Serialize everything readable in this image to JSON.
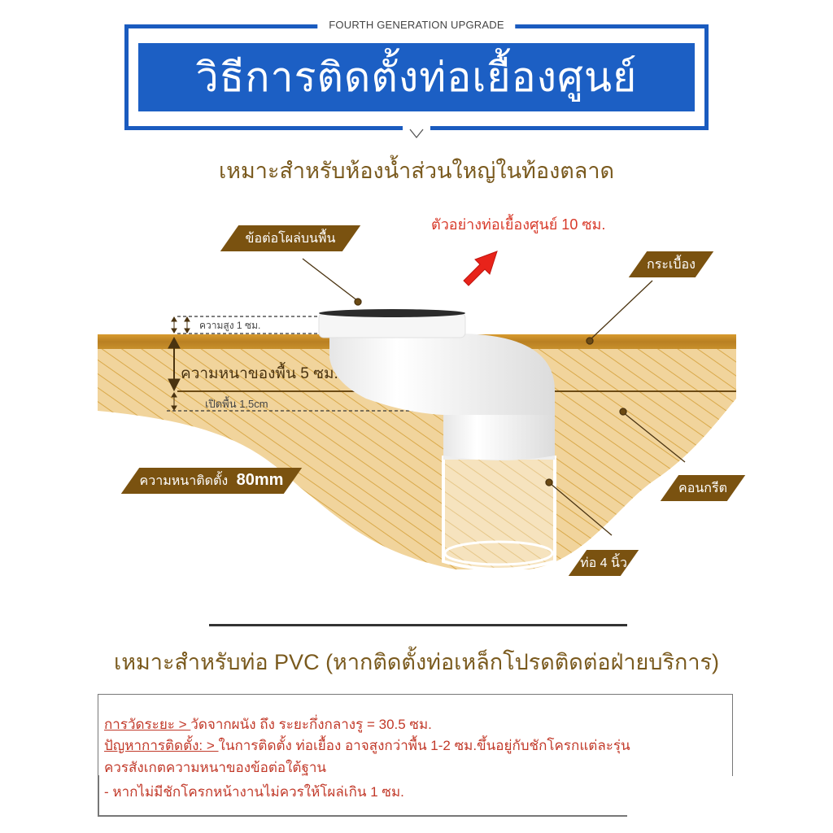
{
  "header": {
    "tagline": "FOURTH GENERATION UPGRADE",
    "title": "วิธีการติดตั้งท่อเยื้องศูนย์",
    "chevron_icon": "chevron-down-icon",
    "colors": {
      "banner_blue": "#1c5fc4",
      "frame_blue": "#1a5bbf"
    }
  },
  "subtitle_top": "เหมาะสำหรับห้องน้ำส่วนใหญ่ในท้องตลาด",
  "diagram": {
    "example_note": "ตัวอย่างท่อเยื้องศูนย์ 10 ซม.",
    "arrow_icon": "red-arrow-up-right-icon",
    "labels": {
      "flange": "ข้อต่อโผล่บนพื้น",
      "tile": "กระเบื้อง",
      "install_thickness_prefix": "ความหนาติดตั้ง",
      "install_thickness_value": "80mm",
      "concrete": "คอนกรีต",
      "pipe": "ท่อ 4 นิ้ว"
    },
    "measurements": {
      "height": "ความสูง 1 ซม.",
      "floor_thickness": "ความหนาของพื้น 5 ซม.",
      "floor_opening": "เปิดพื้น 1.5cm"
    },
    "colors": {
      "label_brown": "#7a5210",
      "concrete_fill": "#f1d49c",
      "concrete_hatch": "#d9a94a",
      "tile_layer": "#c48a26",
      "note_red": "#d83a2a"
    }
  },
  "subtitle_pvc": "เหมาะสำหรับท่อ PVC (หากติดตั้งท่อเหล็กโปรดติดต่อฝ่ายบริการ)",
  "info": {
    "line1_label": "การวัดระยะ > ",
    "line1_text": "วัดจากผนัง ถึง ระยะกึ่งกลางรู = 30.5 ซม.",
    "line2_label": "ปัญหาการติดตั้ง: > ",
    "line2_text": "ในการติดตั้ง ท่อเยื้อง อาจสูงกว่าพื้น 1-2 ซม.ขึ้นอยู่กับชักโครกแต่ละรุ่น",
    "line3_text": "ควรสังเกตความหนาของข้อต่อใต้ฐาน",
    "line4_text": "- หากไม่มีชักโครกหน้างานไม่ควรให้โผล่เกิน 1 ซม."
  }
}
